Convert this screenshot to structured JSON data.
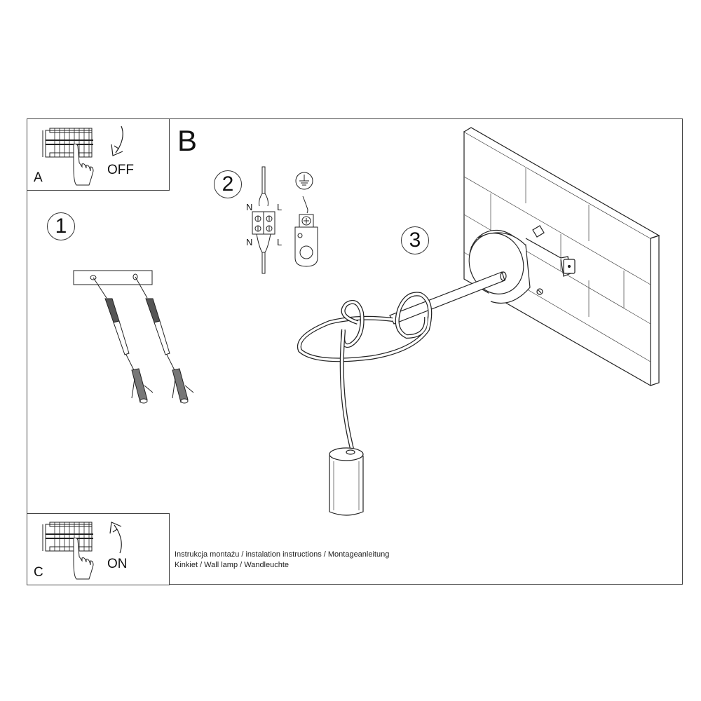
{
  "sections": {
    "a": {
      "letter": "A",
      "state": "OFF",
      "icon": "circuit-breaker-panel-icon",
      "arrow": "arrow-down-icon"
    },
    "b": {
      "letter": "B"
    },
    "c": {
      "letter": "C",
      "state": "ON",
      "icon": "circuit-breaker-panel-icon",
      "arrow": "arrow-up-icon"
    }
  },
  "steps": [
    {
      "number": "1",
      "description": "wall-plug-and-screw-mounting"
    },
    {
      "number": "2",
      "description": "wiring-terminal-and-earth"
    },
    {
      "number": "3",
      "description": "wall-lamp-assembled"
    }
  ],
  "wiring": {
    "top_left": "N",
    "top_right": "L",
    "bottom_left": "N",
    "bottom_right": "L",
    "earth_icon": "ground-symbol-icon"
  },
  "footer": {
    "line1": "Instrukcja montażu / instalation instructions / Montageanleitung",
    "line2": "Kinkiet / Wall lamp / Wandleuchte"
  },
  "colors": {
    "line": "#222222",
    "frame": "#444444",
    "background": "#ffffff"
  }
}
